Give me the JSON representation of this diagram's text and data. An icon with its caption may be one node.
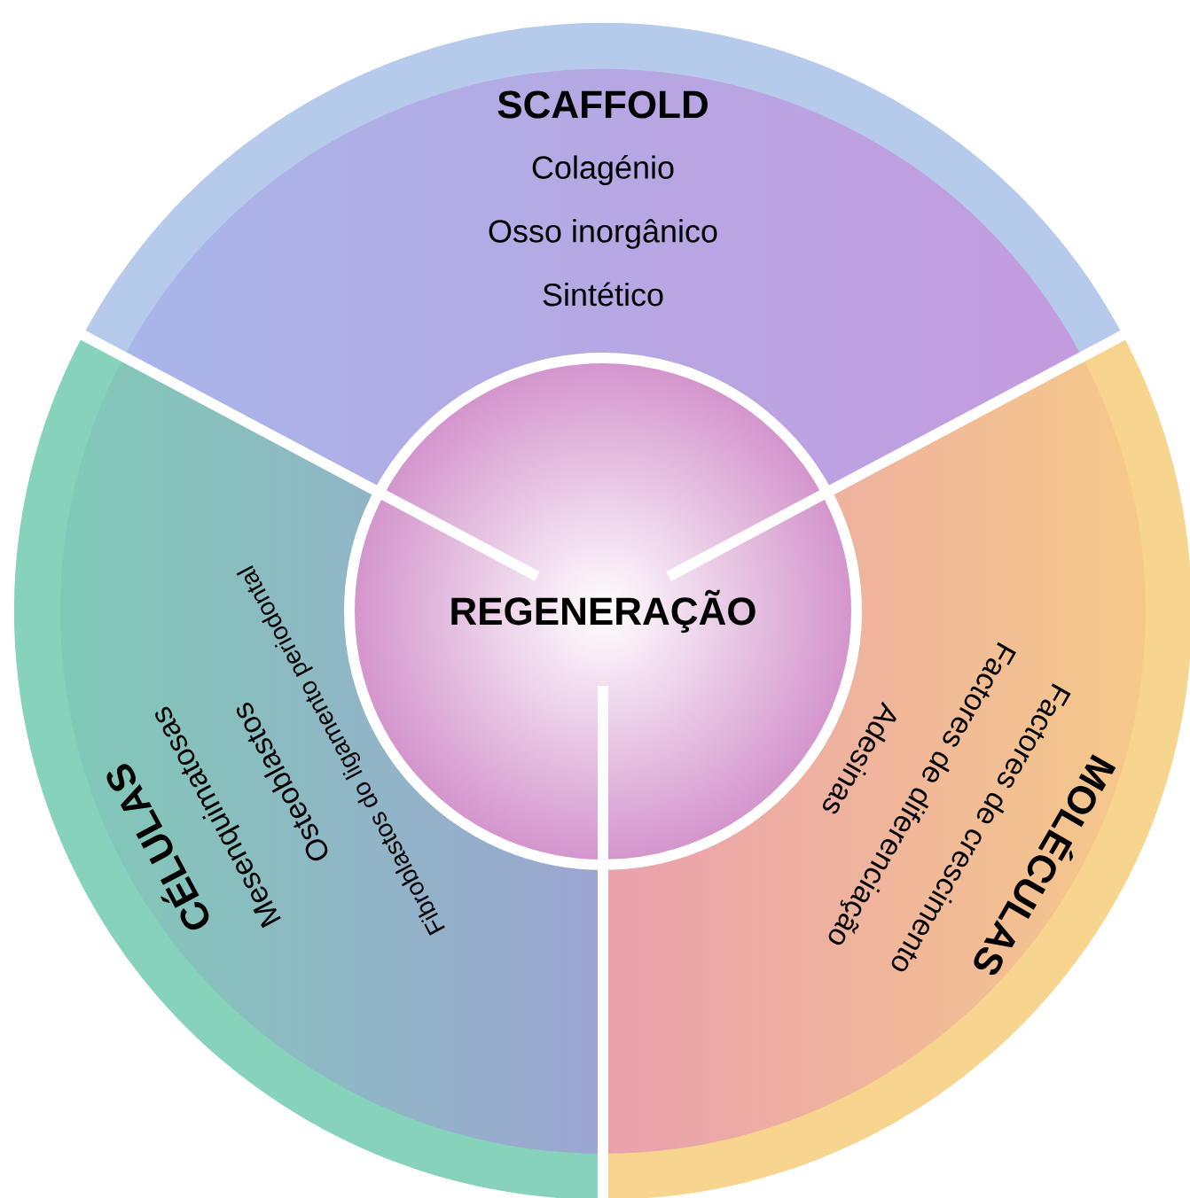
{
  "diagram": {
    "nodes": [
      {
        "text": [
          "SCAFFOLD",
          "Colagénio",
          "Osso inorgânico",
          "Sintético"
        ]
      },
      {
        "text": [
          "REGENERAÇÃO"
        ]
      },
      {
        "text": [
          "CÉLULAS",
          "Mesenquimatosas",
          "Osteoblastos",
          "Fibroblastos do ligamento periodontal"
        ]
      },
      {
        "text": [
          "MOLÉCULAS",
          "Factores de crescimento",
          "Factores de diferenciação",
          "Adesinas"
        ]
      }
    ]
  }
}
